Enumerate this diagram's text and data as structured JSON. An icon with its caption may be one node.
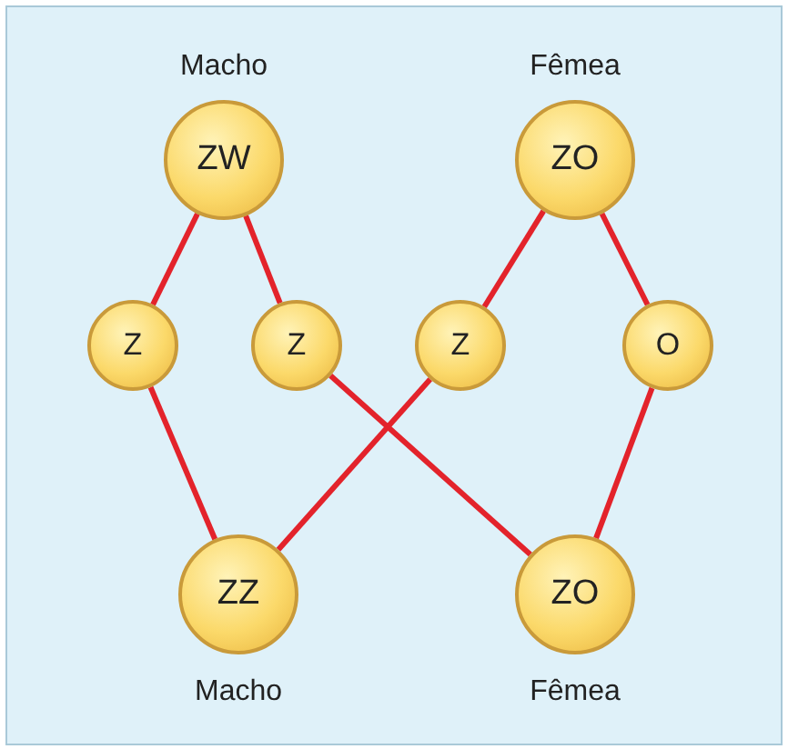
{
  "diagram": {
    "nodes": [
      {
        "text": [
          "ZW"
        ],
        "beside": [
          "Macho"
        ]
      },
      {
        "text": [
          "ZO"
        ],
        "beside": [
          "Fêmea"
        ]
      },
      {
        "text": [
          "Z"
        ]
      },
      {
        "text": [
          "Z"
        ]
      },
      {
        "text": [
          "Z"
        ]
      },
      {
        "text": [
          "O"
        ]
      },
      {
        "text": [
          "ZZ"
        ],
        "beside": [
          "Macho"
        ]
      },
      {
        "text": [
          "ZO"
        ],
        "beside": [
          "Fêmea"
        ]
      }
    ],
    "edges": [
      {
        "from": 0,
        "to": 2,
        "arrow": "none"
      },
      {
        "from": 0,
        "to": 3,
        "arrow": "none"
      },
      {
        "from": 1,
        "to": 4,
        "arrow": "none"
      },
      {
        "from": 1,
        "to": 5,
        "arrow": "none"
      },
      {
        "from": 2,
        "to": 6,
        "arrow": "none"
      },
      {
        "from": 3,
        "to": 7,
        "arrow": "none"
      },
      {
        "from": 4,
        "to": 6,
        "arrow": "none"
      },
      {
        "from": 5,
        "to": 7,
        "arrow": "none"
      }
    ]
  }
}
